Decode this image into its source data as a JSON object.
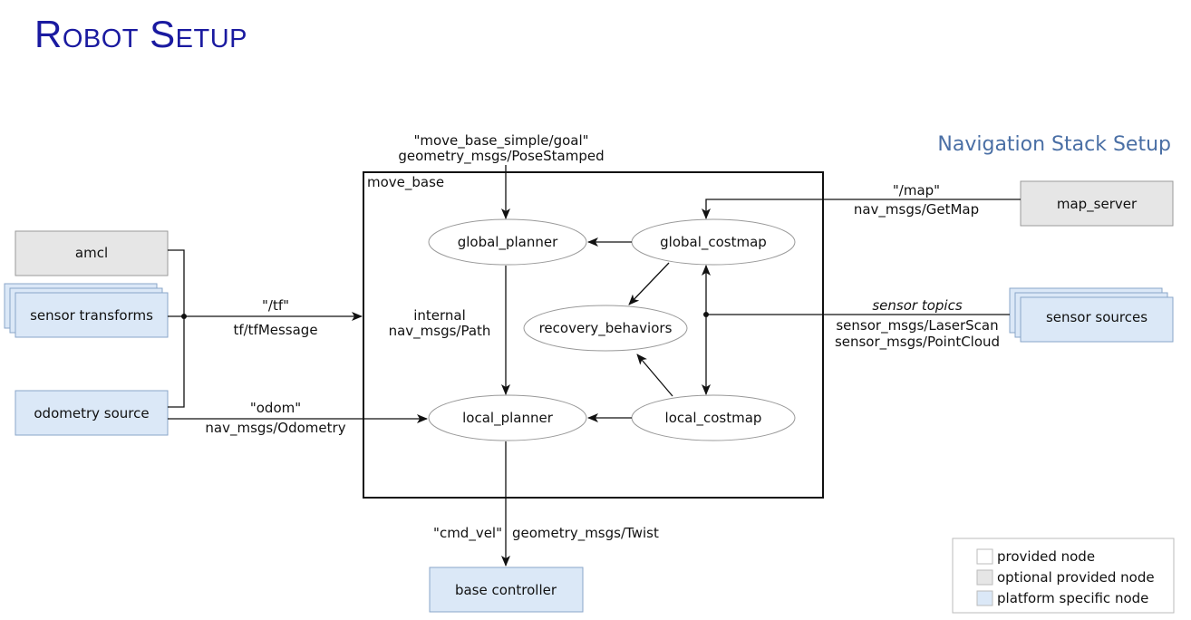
{
  "title": "Robot Setup",
  "subtitle": "Navigation Stack Setup",
  "container_label": "move_base",
  "nodes": {
    "amcl": "amcl",
    "sensor_transforms": "sensor transforms",
    "odometry_source": "odometry source",
    "map_server": "map_server",
    "sensor_sources": "sensor sources",
    "base_controller": "base controller",
    "global_planner": "global_planner",
    "global_costmap": "global_costmap",
    "recovery_behaviors": "recovery_behaviors",
    "local_planner": "local_planner",
    "local_costmap": "local_costmap"
  },
  "edges": {
    "goal_topic": "\"move_base_simple/goal\"",
    "goal_type": "geometry_msgs/PoseStamped",
    "map_topic": "\"/map\"",
    "map_type": "nav_msgs/GetMap",
    "tf_topic": "\"/tf\"",
    "tf_type": "tf/tfMessage",
    "odom_topic": "\"odom\"",
    "odom_type": "nav_msgs/Odometry",
    "internal_label": "internal",
    "path_type": "nav_msgs/Path",
    "sensor_topics": "sensor topics",
    "laser_type": "sensor_msgs/LaserScan",
    "pointcloud_type": "sensor_msgs/PointCloud",
    "cmd_vel_topic": "\"cmd_vel\"",
    "cmd_vel_type": "geometry_msgs/Twist"
  },
  "legend": {
    "provided": "provided node",
    "optional": "optional provided node",
    "platform": "platform specific node"
  },
  "colors": {
    "provided": "#ffffff",
    "optional": "#e6e6e6",
    "platform": "#dbe8f7",
    "title": "#1a1aa0",
    "subtitle": "#4a6fa5"
  }
}
